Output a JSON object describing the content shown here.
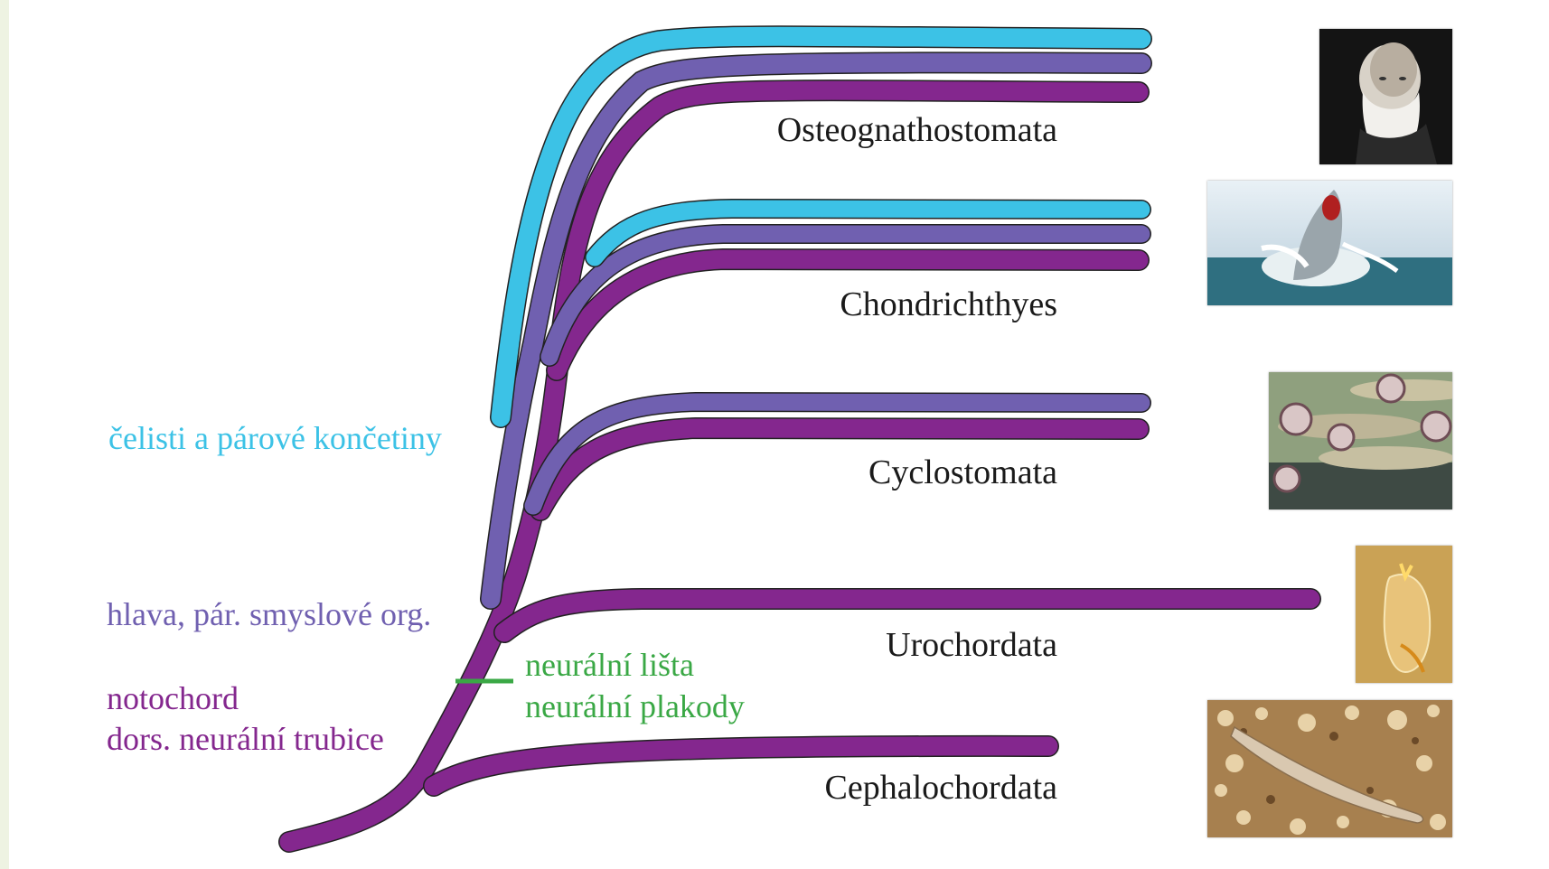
{
  "taxa": {
    "osteognathostomata": "Osteognathostomata",
    "chondrichthyes": "Chondrichthyes",
    "cyclostomata": "Cyclostomata",
    "urochordata": "Urochordata",
    "cephalochordata": "Cephalochordata"
  },
  "traits": {
    "jaws": "čelisti a párové končetiny",
    "head": "hlava, pár. smyslové org.",
    "notochord_1": "notochord",
    "notochord_2": "dors. neurální trubice",
    "neural_crest_1": "neurální lišta",
    "neural_crest_2": "neurální plakody"
  },
  "colors": {
    "jaws": "#3cc2e6",
    "head": "#7060b0",
    "notochord": "#84278e",
    "neural_crest": "#3aa845",
    "outline": "#222222"
  },
  "images": {
    "osteognathostomata": "portrait-photo",
    "chondrichthyes": "shark-photo",
    "cyclostomata": "lamprey-photo",
    "urochordata": "tunicate-photo",
    "cephalochordata": "lancelet-photo"
  }
}
